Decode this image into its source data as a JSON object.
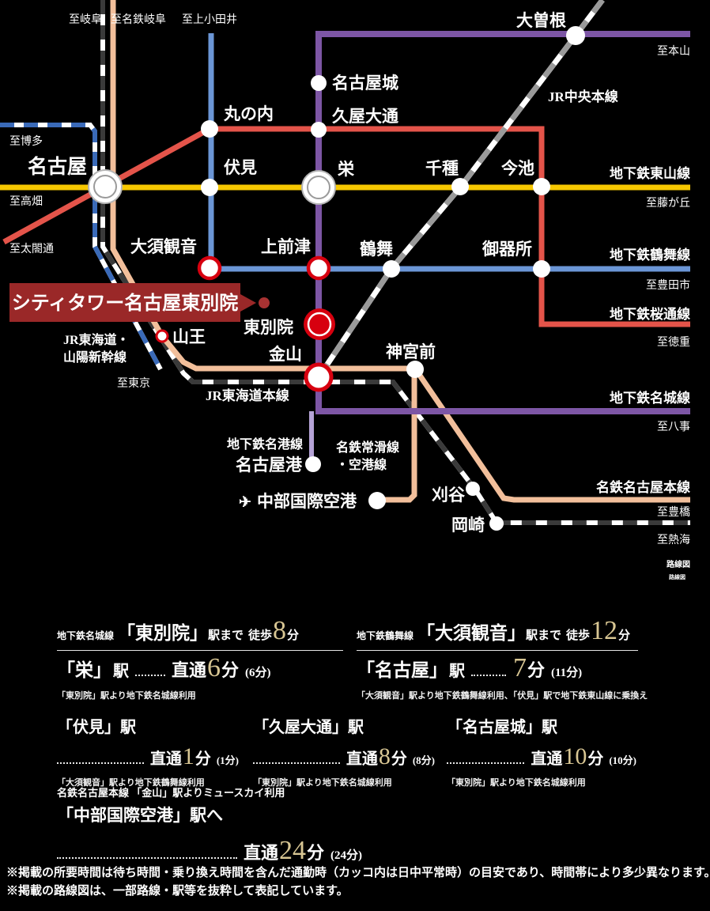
{
  "map": {
    "top_directions": {
      "gifu": "至岐阜",
      "meitetsu_gifu": "至名鉄岐阜",
      "kamiotai": "至上小田井"
    },
    "directions": {
      "hakata": "至博多",
      "takabata": "至高畑",
      "taikodori": "至太閤通",
      "tokyo": "至東京",
      "motoyama": "至本山",
      "fujigaoka": "至藤が丘",
      "toyotashi": "至豊田市",
      "tokushige": "至徳重",
      "yagoto": "至八事",
      "toyohashi": "至豊橋",
      "atami": "至熱海"
    },
    "line_labels": {
      "jr_chuo": "JR中央本線",
      "higashiyama": "地下鉄東山線",
      "tsurumai": "地下鉄鶴舞線",
      "sakuradori": "地下鉄桜通線",
      "meijo": "地下鉄名城線",
      "meiko": "地下鉄名港線",
      "shinkansen1": "JR東海道・",
      "shinkansen2": "山陽新幹線",
      "jr_tokaido": "JR東海道本線",
      "tokoname1": "名鉄常滑線",
      "tokoname2": "・空港線",
      "meitetsu_main": "名鉄名古屋本線"
    },
    "stations": {
      "ozone": "大曽根",
      "nagoyajo": "名古屋城",
      "kuyaodori": "久屋大通",
      "marunouchi": "丸の内",
      "nagoya": "名古屋",
      "fushimi": "伏見",
      "sakae": "栄",
      "chikusa": "千種",
      "imaike": "今池",
      "osukannon": "大須観音",
      "kamimaezu": "上前津",
      "tsurumai": "鶴舞",
      "gokiso": "御器所",
      "higashibetsuin": "東別院",
      "sanno": "山王",
      "kanayama": "金山",
      "jingumae": "神宮前",
      "nagoyako": "名古屋港",
      "centrair": "中部国際空港",
      "kariya": "刈谷",
      "okazaki": "岡崎"
    },
    "property_label": "シティタワー名古屋東別院",
    "airplane_icon": "✈",
    "watermark": "路線図",
    "watermark_small": "路線図"
  },
  "access": {
    "headers": [
      {
        "line": "地下鉄名城線",
        "station": "「東別院」",
        "suffix": "駅まで",
        "walk": "徒歩",
        "min": "8",
        "unit": "分"
      },
      {
        "line": "地下鉄鶴舞線",
        "station": "「大須観音」",
        "suffix": "駅まで",
        "walk": "徒歩",
        "min": "12",
        "unit": "分"
      }
    ],
    "routes": [
      {
        "station": "「栄」",
        "suffix": "駅",
        "direct": "直通",
        "min": "6",
        "unit": "分",
        "paren": "(6分)",
        "note": "「東別院」駅より地下鉄名城線利用"
      },
      {
        "station": "「名古屋」",
        "suffix": "駅",
        "direct": "",
        "min": "7",
        "unit": "分",
        "paren": "(11分)",
        "note": "「大須観音」駅より地下鉄鶴舞線利用、「伏見」駅で地下鉄東山線に乗換え"
      },
      {
        "station": "「伏見」",
        "suffix": "駅",
        "direct": "直通",
        "min": "1",
        "unit": "分",
        "paren": "(1分)",
        "note": "「大須観音」駅より地下鉄鶴舞線利用"
      },
      {
        "station": "「久屋大通」",
        "suffix": "駅",
        "direct": "直通",
        "min": "8",
        "unit": "分",
        "paren": "(8分)",
        "note": "「東別院」駅より地下鉄名城線利用"
      },
      {
        "station": "「名古屋城」",
        "suffix": "駅",
        "direct": "直通",
        "min": "10",
        "unit": "分",
        "paren": "(10分)",
        "note": "「東別院」駅より地下鉄名城線利用"
      },
      {
        "pre": "名鉄名古屋本線 「金山」駅よりミュースカイ利用",
        "station": "「中部国際空港」",
        "suffix": "駅へ",
        "direct": "直通",
        "min": "24",
        "unit": "分",
        "paren": "(24分)"
      }
    ]
  },
  "notes": [
    "※掲載の所要時間は待ち時間・乗り換え時間を含んだ通勤時（カッコ内は日中平常時）の目安であり、時間帯により多少異なります。",
    "※掲載の路線図は、一部路線・駅等を抜粋して表記しています。"
  ],
  "colors": {
    "background": "#000000",
    "line_yellow": "#f6c700",
    "line_blue": "#6b96d6",
    "line_purple": "#7d56a5",
    "line_meiko": "#b5a3d6",
    "line_red": "#e4544a",
    "line_peach": "#f2bf9b",
    "station_red": "#d7000f",
    "property_box": "#9a2828",
    "champagne_number": "#d8c693"
  }
}
